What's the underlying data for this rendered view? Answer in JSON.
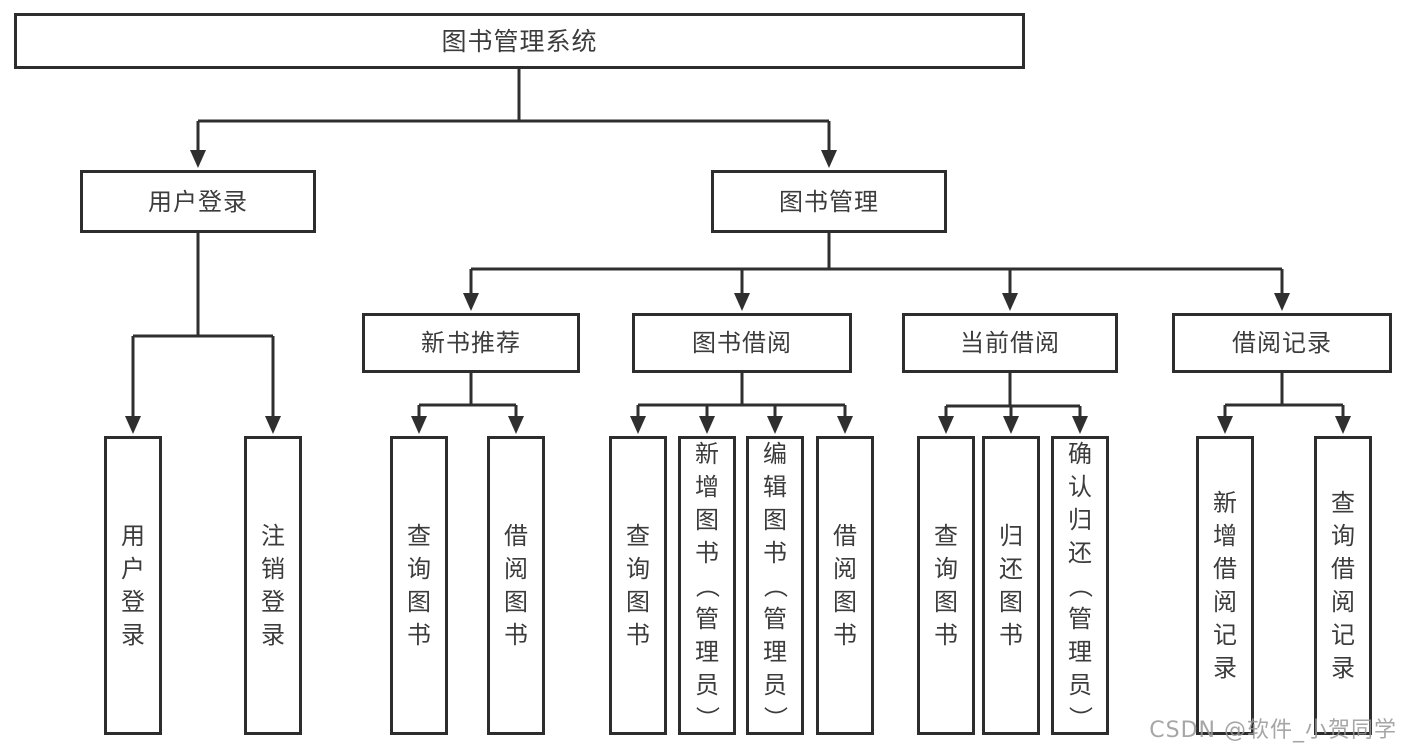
{
  "nodes": {
    "root": "图书管理系统",
    "user_login": "用户登录",
    "book_mgmt": "图书管理",
    "new_book_rec": "新书推荐",
    "book_borrow": "图书借阅",
    "current_borrow": "当前借阅",
    "borrow_records": "借阅记录"
  },
  "leaves": {
    "user": [
      "用户登录",
      "注销登录"
    ],
    "newbook": [
      "查询图书",
      "借阅图书"
    ],
    "borrow": [
      "查询图书",
      "新增图书（管理员）",
      "编辑图书（管理员）",
      "借阅图书"
    ],
    "current": [
      "查询图书",
      "归还图书",
      "确认归还（管理员）"
    ],
    "records": [
      "新增借阅记录",
      "查询借阅记录"
    ]
  },
  "watermark": "CSDN @软件_小贺同学",
  "colors": {
    "line": "#2f2f2f",
    "border": "#2d2d2d",
    "text": "#3c3c3c",
    "watermark": "#969696",
    "background": "#ffffff"
  }
}
